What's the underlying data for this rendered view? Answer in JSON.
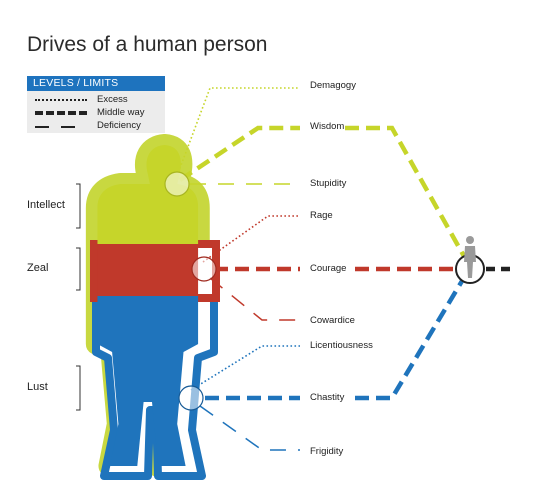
{
  "title": "Drives of a human person",
  "legend": {
    "header": "LEVELS / LIMITS",
    "items": [
      {
        "label": "Excess"
      },
      {
        "label": "Middle way"
      },
      {
        "label": "Deficiency"
      }
    ]
  },
  "levels": [
    {
      "label": "Intellect"
    },
    {
      "label": "Zeal"
    },
    {
      "label": "Lust"
    }
  ],
  "drives": {
    "intellect": {
      "excess": "Demagogy",
      "middle": "Wisdom",
      "deficiency": "Stupidity"
    },
    "zeal": {
      "excess": "Rage",
      "middle": "Courage",
      "deficiency": "Cowardice"
    },
    "lust": {
      "excess": "Licentiousness",
      "middle": "Chastity",
      "deficiency": "Frigidity"
    }
  },
  "colors": {
    "intellect": "#c6d52a",
    "zeal": "#c0392b",
    "lust": "#1f74bc",
    "outline": "#222222",
    "legend_header": "#1e73be"
  },
  "icons": {
    "lens": "magnifier-circle-icon",
    "person": "standing-person-icon"
  }
}
